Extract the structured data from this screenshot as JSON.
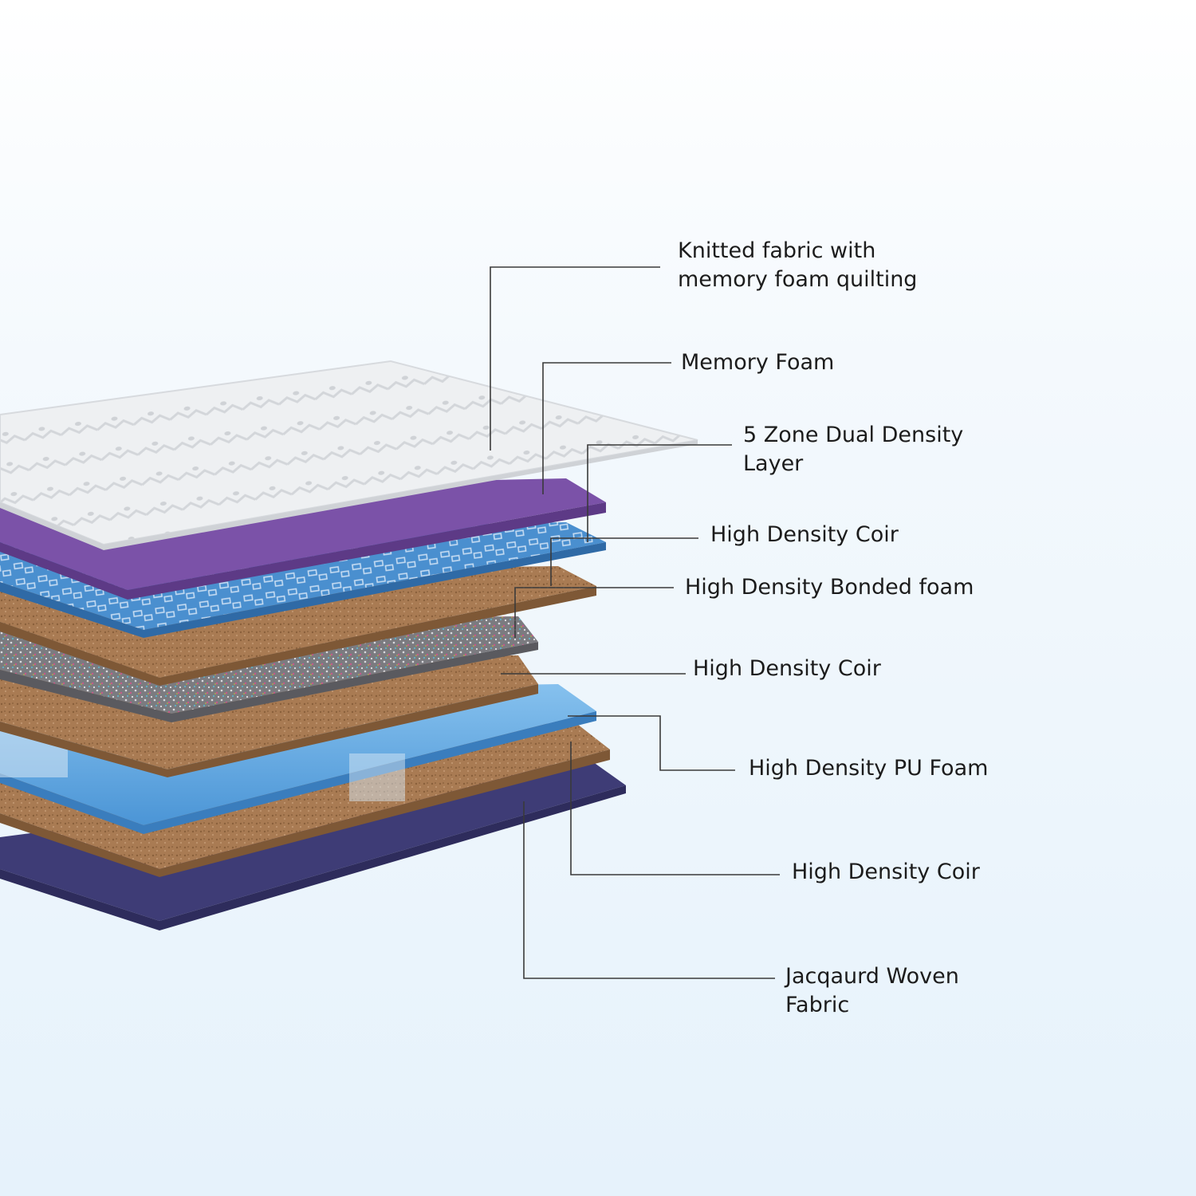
{
  "layers": [
    {
      "id": "knitted-fabric",
      "lines": [
        "Knitted fabric with",
        "memory foam quilting"
      ],
      "color": "#eceef0"
    },
    {
      "id": "memory-foam",
      "lines": [
        "Memory Foam"
      ],
      "color": "#7b52a8"
    },
    {
      "id": "zone-dual-density",
      "lines": [
        "5 Zone Dual Density",
        "Layer"
      ],
      "color": "#4a8fcf"
    },
    {
      "id": "coir-1",
      "lines": [
        "High Density Coir"
      ],
      "color": "#a77a52"
    },
    {
      "id": "bonded-foam",
      "lines": [
        "High Density Bonded foam"
      ],
      "color": "#8e8e92"
    },
    {
      "id": "coir-2",
      "lines": [
        "High Density Coir"
      ],
      "color": "#a77a52"
    },
    {
      "id": "pu-foam",
      "lines": [
        "High Density PU Foam"
      ],
      "color": "#5ea6dc"
    },
    {
      "id": "coir-3",
      "lines": [
        "High Density Coir"
      ],
      "color": "#a77a52"
    },
    {
      "id": "jacquard-fabric",
      "lines": [
        "Jacqaurd Woven",
        "Fabric"
      ],
      "color": "#3e3c76"
    }
  ]
}
